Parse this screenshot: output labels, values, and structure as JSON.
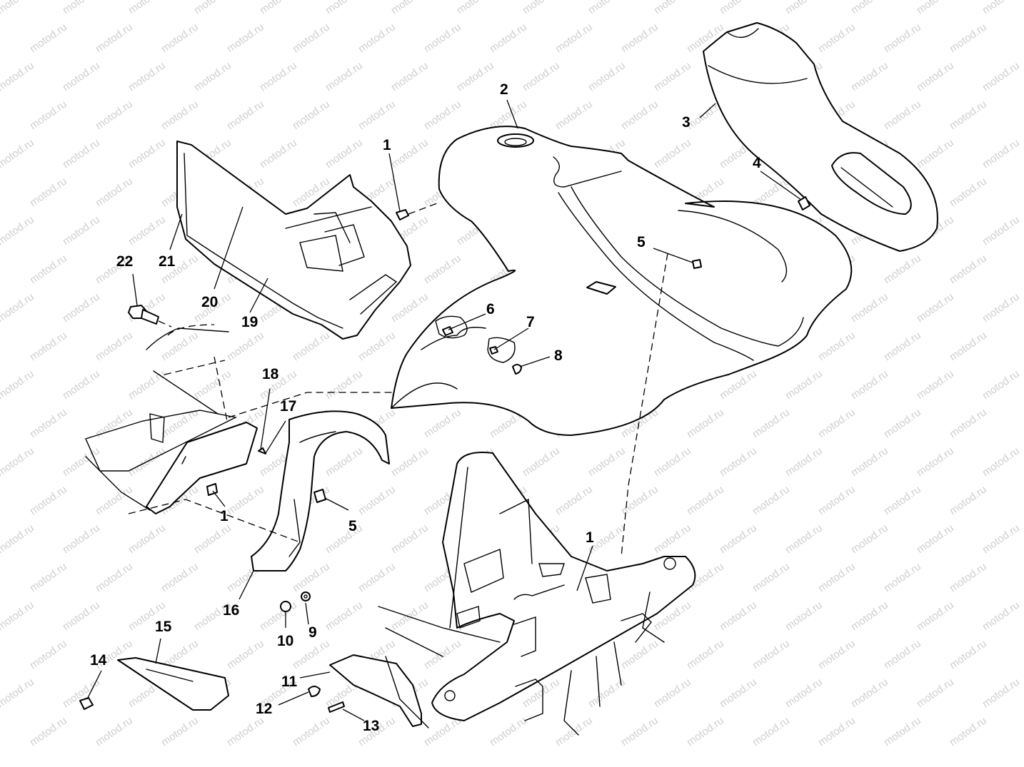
{
  "watermark": {
    "text": "motod.ru",
    "color": "#cfcfcf"
  },
  "callouts": [
    {
      "id": "c1a",
      "label": "1"
    },
    {
      "id": "c2",
      "label": "2"
    },
    {
      "id": "c3",
      "label": "3"
    },
    {
      "id": "c4",
      "label": "4"
    },
    {
      "id": "c5a",
      "label": "5"
    },
    {
      "id": "c6",
      "label": "6"
    },
    {
      "id": "c7",
      "label": "7"
    },
    {
      "id": "c8",
      "label": "8"
    },
    {
      "id": "c22",
      "label": "22"
    },
    {
      "id": "c21",
      "label": "21"
    },
    {
      "id": "c20",
      "label": "20"
    },
    {
      "id": "c19",
      "label": "19"
    },
    {
      "id": "c18",
      "label": "18"
    },
    {
      "id": "c17",
      "label": "17"
    },
    {
      "id": "c1b",
      "label": "1"
    },
    {
      "id": "c5b",
      "label": "5"
    },
    {
      "id": "c1c",
      "label": "1"
    },
    {
      "id": "c16",
      "label": "16"
    },
    {
      "id": "c10",
      "label": "10"
    },
    {
      "id": "c9",
      "label": "9"
    },
    {
      "id": "c15",
      "label": "15"
    },
    {
      "id": "c14",
      "label": "14"
    },
    {
      "id": "c11",
      "label": "11"
    },
    {
      "id": "c12",
      "label": "12"
    },
    {
      "id": "c13",
      "label": "13"
    }
  ]
}
